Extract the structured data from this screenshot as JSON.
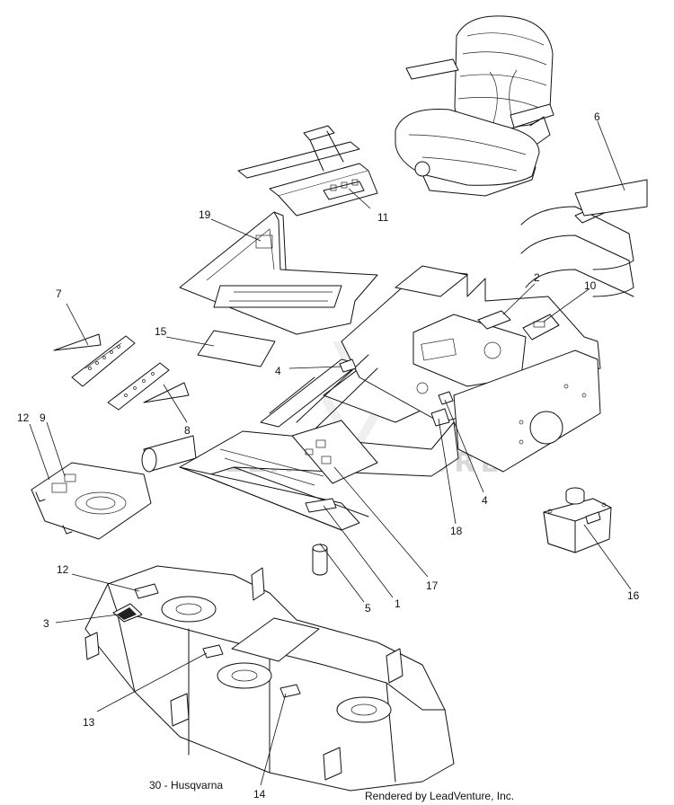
{
  "diagram": {
    "callouts": {
      "c1": "1",
      "c2": "2",
      "c3": "3",
      "c4a": "4",
      "c4b": "4",
      "c5": "5",
      "c6": "6",
      "c7": "7",
      "c8": "8",
      "c9": "9",
      "c10": "10",
      "c11": "11",
      "c12a": "12",
      "c12b": "12",
      "c13": "13",
      "c14": "14",
      "c15": "15",
      "c16": "16",
      "c17": "17",
      "c18": "18",
      "c19": "19"
    },
    "watermark": "LEADVENTURE"
  },
  "footer": {
    "page_label": "30 - Husqvarna",
    "rendered_by": "Rendered by LeadVenture, Inc."
  }
}
